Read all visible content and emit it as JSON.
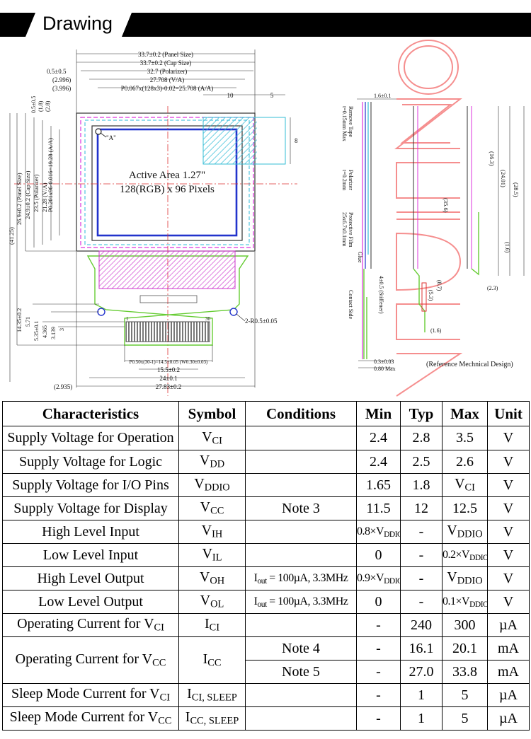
{
  "header": {
    "title": "Drawing"
  },
  "drawing": {
    "active_area_line1": "Active Area 1.27\"",
    "active_area_line2": "128(RGB) x 96 Pixels",
    "panel_size": "33.7±0.2 (Panel Size)",
    "cap_size": "33.7±0.2 (Cap Size)",
    "polarizer_w": "32.7 (Polarizer)",
    "va_w": "27.708 (V/A)",
    "aa_w": "P0.067x(128x3)-0.02=25.708 (A/A)",
    "left_05": "0.5±0.5",
    "left_2996": "(2.996)",
    "left_3996": "(3.996)",
    "left_05b": "0.5±0.5",
    "left_18": "(1.8)",
    "left_28": "(2.8)",
    "dim_10": "10",
    "dim_5": "5",
    "dim_8": "8",
    "marker_a": "\"A\"",
    "v_pitch": "P0.201x96-0.016=19.28 (A/A)",
    "v_va": "21.28 (V/A)",
    "v_pol": "23.5 (Polarizer)",
    "v_cap": "24.9±0.2 (Cap Size)",
    "v_panel": "26.9±0.2 (Panel Size)",
    "v_4125": "(41.25)",
    "v_1435": "14.35±0.2",
    "v_571": "5.71",
    "v_535": "5.35±0.1",
    "v_4365": "4.365",
    "v_3139": "3.139",
    "v_3": "3",
    "radius": "2-R0.5±0.05",
    "pin_pitch": "P0.50x(30-1)=14.5±0.05 (W0.30±0.03)",
    "dim_155": "15.5±0.2",
    "dim_24": "24±0.1",
    "dim_2935": "(2.935)",
    "dim_2783": "27.83±0.2",
    "pin_1": "1",
    "pin_30": "30",
    "side_16": "1.6±0.1",
    "side_tape": "Remove Tape",
    "side_tape2": "t=0.15mm Max",
    "side_pol": "Polarizer",
    "side_pol2": "t=0.2mm",
    "side_film": "Protective Film",
    "side_film2": "25x6.7x0.1mm",
    "side_glue": "Glue",
    "side_stiff": "4±0.5 (Stiffener)",
    "side_contact": "Contact Side",
    "side_356": "(35.6)",
    "side_163": "(16.3)",
    "side_2401": "(24.01)",
    "side_285": "(28.5)",
    "side_16b": "(1.6)",
    "side_23": "(2.3)",
    "side_87": "(8.7)",
    "side_53": "(5.3)",
    "side_16c": "(1.6)",
    "side_03": "0.3±0.03",
    "side_08": "0.80 Max",
    "reference": "(Reference Mechnical Design)",
    "watermark": "ONEIDE"
  },
  "table": {
    "headers": [
      "Characteristics",
      "Symbol",
      "Conditions",
      "Min",
      "Typ",
      "Max",
      "Unit"
    ],
    "rows": [
      {
        "ch": "Supply Voltage for Operation",
        "sym": "V",
        "sym_sub": "CI",
        "cond": "",
        "min": "2.4",
        "typ": "2.8",
        "max": "3.5",
        "unit": "V"
      },
      {
        "ch": "Supply Voltage for Logic",
        "sym": "V",
        "sym_sub": "DD",
        "cond": "",
        "min": "2.4",
        "typ": "2.5",
        "max": "2.6",
        "unit": "V"
      },
      {
        "ch": "Supply Voltage for I/O Pins",
        "sym": "V",
        "sym_sub": "DDIO",
        "cond": "",
        "min": "1.65",
        "typ": "1.8",
        "max": "V",
        "max_sub": "CI",
        "unit": "V"
      },
      {
        "ch": "Supply Voltage for Display",
        "sym": "V",
        "sym_sub": "CC",
        "cond": "Note 3",
        "min": "11.5",
        "typ": "12",
        "max": "12.5",
        "unit": "V"
      },
      {
        "ch": "High Level Input",
        "sym": "V",
        "sym_sub": "IH",
        "cond": "",
        "min": "0.8×V",
        "min_sub": "DDIO",
        "typ": "-",
        "max": "V",
        "max_sub": "DDIO",
        "unit": "V"
      },
      {
        "ch": "Low Level Input",
        "sym": "V",
        "sym_sub": "IL",
        "cond": "",
        "min": "0",
        "typ": "-",
        "max": "0.2×V",
        "max_sub": "DDIO",
        "unit": "V"
      },
      {
        "ch": "High Level Output",
        "sym": "V",
        "sym_sub": "OH",
        "cond": "I",
        "cond_sub": "out",
        "cond_rest": " = 100µA, 3.3MHz",
        "min": "0.9×V",
        "min_sub": "DDIO",
        "typ": "-",
        "max": "V",
        "max_sub": "DDIO",
        "unit": "V"
      },
      {
        "ch": "Low Level Output",
        "sym": "V",
        "sym_sub": "OL",
        "cond": "I",
        "cond_sub": "out",
        "cond_rest": " = 100µA, 3.3MHz",
        "min": "0",
        "typ": "-",
        "max": "0.1×V",
        "max_sub": "DDIO",
        "unit": "V"
      },
      {
        "ch": "Operating Current for V",
        "ch_sub": "CI",
        "sym": "I",
        "sym_sub": "CI",
        "cond": "",
        "min": "-",
        "typ": "240",
        "max": "300",
        "unit": "µA"
      },
      {
        "ch": "Operating Current for V",
        "ch_sub": "CC",
        "sym": "I",
        "sym_sub": "CC",
        "cond": "Note 4",
        "min": "-",
        "typ": "16.1",
        "max": "20.1",
        "unit": "mA"
      },
      {
        "cond": "Note 5",
        "min": "-",
        "typ": "27.0",
        "max": "33.8",
        "unit": "mA"
      },
      {
        "ch": "Sleep Mode Current for V",
        "ch_sub": "CI",
        "sym": "I",
        "sym_sub": "CI, SLEEP",
        "cond": "",
        "min": "-",
        "typ": "1",
        "max": "5",
        "unit": "µA"
      },
      {
        "ch": "Sleep Mode Current for V",
        "ch_sub": "CC",
        "sym": "I",
        "sym_sub": "CC, SLEEP",
        "cond": "",
        "min": "-",
        "typ": "1",
        "max": "5",
        "unit": "µA"
      }
    ]
  }
}
